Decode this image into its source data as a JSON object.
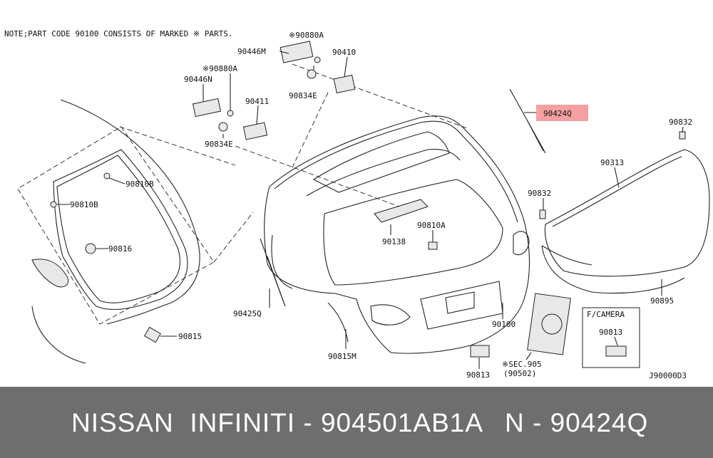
{
  "note": "NOTE;PART CODE 90100 CONSISTS OF MARKED ※ PARTS.",
  "callouts": {
    "c90880a_top": "※90880A",
    "c90446m": "90446M",
    "c90410": "90410",
    "c90880a_left": "※90880A",
    "c90446n": "90446N",
    "c90834e_top": "90834E",
    "c90411": "90411",
    "c90834e_left": "90834E",
    "c90424q": "90424Q",
    "c90832_top": "90832",
    "c90313": "90313",
    "c90810b_a": "90810B",
    "c90810b_b": "90810B",
    "c90816": "90816",
    "c90832_mid": "90832",
    "c90138": "90138",
    "c90810a": "90810A",
    "c90425q": "90425Q",
    "c90895": "90895",
    "c90815": "90815",
    "c90100": "90100",
    "c90815m": "90815M",
    "c90813": "90813",
    "c_sec905": "※SEC.905",
    "c_90502": "(90502)",
    "fcamera_title": "F/CAMERA",
    "fcamera_part": "90813",
    "diagram_code": "J90000D3"
  },
  "highlight_color": "#f4a0a0",
  "banner": {
    "left": "NISSAN  INFINITI - 904501AB1A",
    "right": "N - 90424Q"
  }
}
